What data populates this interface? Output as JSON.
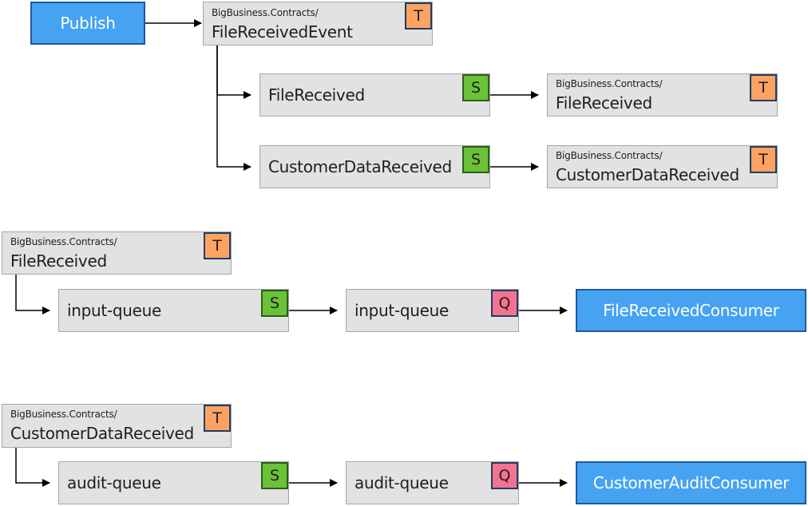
{
  "colors": {
    "node_fill": "#e2e2e2",
    "node_border": "#a6a6a6",
    "topic_badge": "#fda261",
    "subscription_badge": "#6bc138",
    "queue_badge": "#f37391",
    "endpoint_fill": "#45a3f2",
    "endpoint_border": "#1f57a3"
  },
  "flow1": {
    "publish_label": "Publish",
    "topic": {
      "namespace": "BigBusiness.Contracts/",
      "name": "FileReceivedEvent",
      "badge": "T"
    },
    "sub_file": {
      "name": "FileReceived",
      "badge": "S"
    },
    "sub_customer": {
      "name": "CustomerDataReceived",
      "badge": "S"
    },
    "fwd_topic_file": {
      "namespace": "BigBusiness.Contracts/",
      "name": "FileReceived",
      "badge": "T"
    },
    "fwd_topic_customer": {
      "namespace": "BigBusiness.Contracts/",
      "name": "CustomerDataReceived",
      "badge": "T"
    }
  },
  "flow2": {
    "topic": {
      "namespace": "BigBusiness.Contracts/",
      "name": "FileReceived",
      "badge": "T"
    },
    "subscription": {
      "name": "input-queue",
      "badge": "S"
    },
    "queue": {
      "name": "input-queue",
      "badge": "Q"
    },
    "consumer": "FileReceivedConsumer"
  },
  "flow3": {
    "topic": {
      "namespace": "BigBusiness.Contracts/",
      "name": "CustomerDataReceived",
      "badge": "T"
    },
    "subscription": {
      "name": "audit-queue",
      "badge": "S"
    },
    "queue": {
      "name": "audit-queue",
      "badge": "Q"
    },
    "consumer": "CustomerAuditConsumer"
  }
}
